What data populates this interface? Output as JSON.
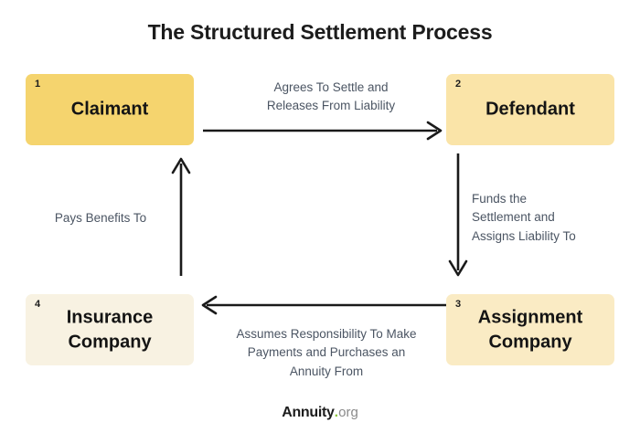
{
  "title": "The Structured Settlement Process",
  "nodes": [
    {
      "number": "1",
      "label": "Claimant",
      "color": "#F5D46E"
    },
    {
      "number": "2",
      "label": "Defendant",
      "color": "#FAE4A8"
    },
    {
      "number": "3",
      "label": "Assignment\nCompany",
      "color": "#FAEBC4"
    },
    {
      "number": "4",
      "label": "Insurance\nCompany",
      "color": "#F8F2E2"
    }
  ],
  "node_labels": {
    "claimant": "Claimant",
    "defendant": "Defendant",
    "assignment_line1": "Assignment",
    "assignment_line2": "Company",
    "insurance_line1": "Insurance",
    "insurance_line2": "Company"
  },
  "edges": [
    {
      "id": "claimant-to-defendant",
      "from": "Claimant",
      "to": "Defendant",
      "direction": "right",
      "label": "Agrees To Settle and Releases From Liability"
    },
    {
      "id": "defendant-to-assignment",
      "from": "Defendant",
      "to": "Assignment Company",
      "direction": "down",
      "label": "Funds the Settlement and Assigns Liability To"
    },
    {
      "id": "assignment-to-insurance",
      "from": "Assignment Company",
      "to": "Insurance Company",
      "direction": "left",
      "label": "Assumes Responsibility To Make Payments and Purchases an Annuity From"
    },
    {
      "id": "insurance-to-claimant",
      "from": "Insurance Company",
      "to": "Claimant",
      "direction": "up",
      "label": "Pays Benefits To"
    }
  ],
  "edge_labels": {
    "top_line1": "Agrees To Settle and",
    "top_line2": "Releases From Liability",
    "right_line1": "Funds the",
    "right_line2": "Settlement and",
    "right_line3": "Assigns Liability To",
    "bottom_line1": "Assumes Responsibility To Make",
    "bottom_line2": "Payments and Purchases an",
    "bottom_line3": "Annuity From",
    "left_line1": "Pays Benefits To"
  },
  "logo": {
    "brand": "Annuity",
    "dot": ".",
    "tld": "org",
    "dot_color": "#8CC63F"
  },
  "colors": {
    "background": "#FFFFFF",
    "title": "#1C1C1C",
    "arrow": "#1A1A1A",
    "edge_label": "#4B5563"
  }
}
